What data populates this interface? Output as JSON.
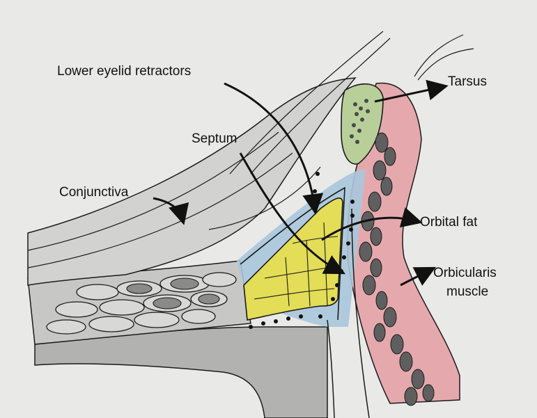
{
  "labels": {
    "lower_eyelid_retractors": "Lower eyelid retractors",
    "tarsus": "Tarsus",
    "septum": "Septum",
    "conjunctiva": "Conjunctiva",
    "orbital_fat": "Orbital fat",
    "orbicularis_line1": "Orbicularis",
    "orbicularis_line2": "muscle"
  },
  "colors": {
    "paper": "#e9e9e7",
    "ink": "#1a1a1a",
    "tarsus_green": "#b9cf9a",
    "orbicularis_red": "#e5a9ad",
    "septum_blue": "#a9c7da",
    "fat_yellow": "#e3dd57",
    "pencil_gray": "#c7c7c5",
    "bone_gray": "#b2b2b0",
    "muscle_dark": "#5f5f5f"
  }
}
